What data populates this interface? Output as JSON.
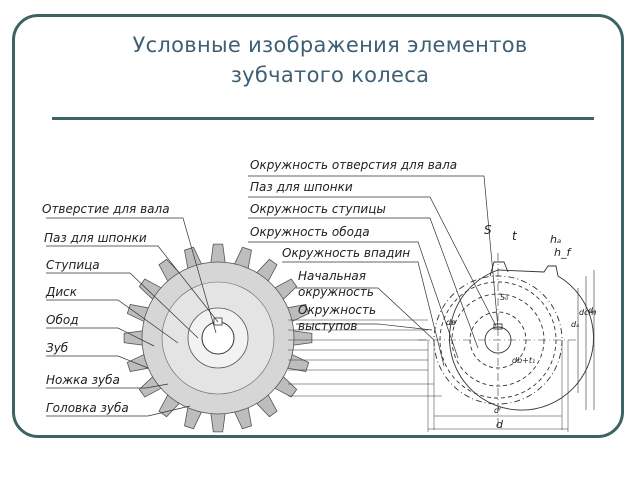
{
  "slide": {
    "title_line1": "Условные изображения элементов",
    "title_line2": "зубчатого колеса"
  },
  "left_labels": [
    "Отверстие для вала",
    "Паз для шпонки",
    "Ступица",
    "Диск",
    "Обод",
    "Зуб",
    "Ножка зуба",
    "Головка зуба"
  ],
  "right_labels": {
    "shaft_hole_circle": "Окружность отверстия для вала",
    "keyway": "Паз для шпонки",
    "hub_circle": "Окружность ступицы",
    "rim_circle": "Окружность обода",
    "root_circle": "Окружность впадин",
    "pitch_circle_1": "Начальная",
    "pitch_circle_2": "окружность",
    "tip_circle_1": "Окружность",
    "tip_circle_2": "выступов"
  },
  "dimension_symbols": {
    "s": "S",
    "t": "t",
    "ha": "hₐ",
    "hf": "h_f",
    "so": "S₀",
    "da": "dₐ",
    "dcm": "dcm",
    "dz": "dₐ",
    "dv": "dв",
    "df": "dᶠ",
    "d": "d",
    "dbt": "db+t₁"
  },
  "colors": {
    "frame": "#3d6363",
    "title": "#3f5f73",
    "ink": "#222222",
    "gear_fill": "#cfcfcf"
  }
}
